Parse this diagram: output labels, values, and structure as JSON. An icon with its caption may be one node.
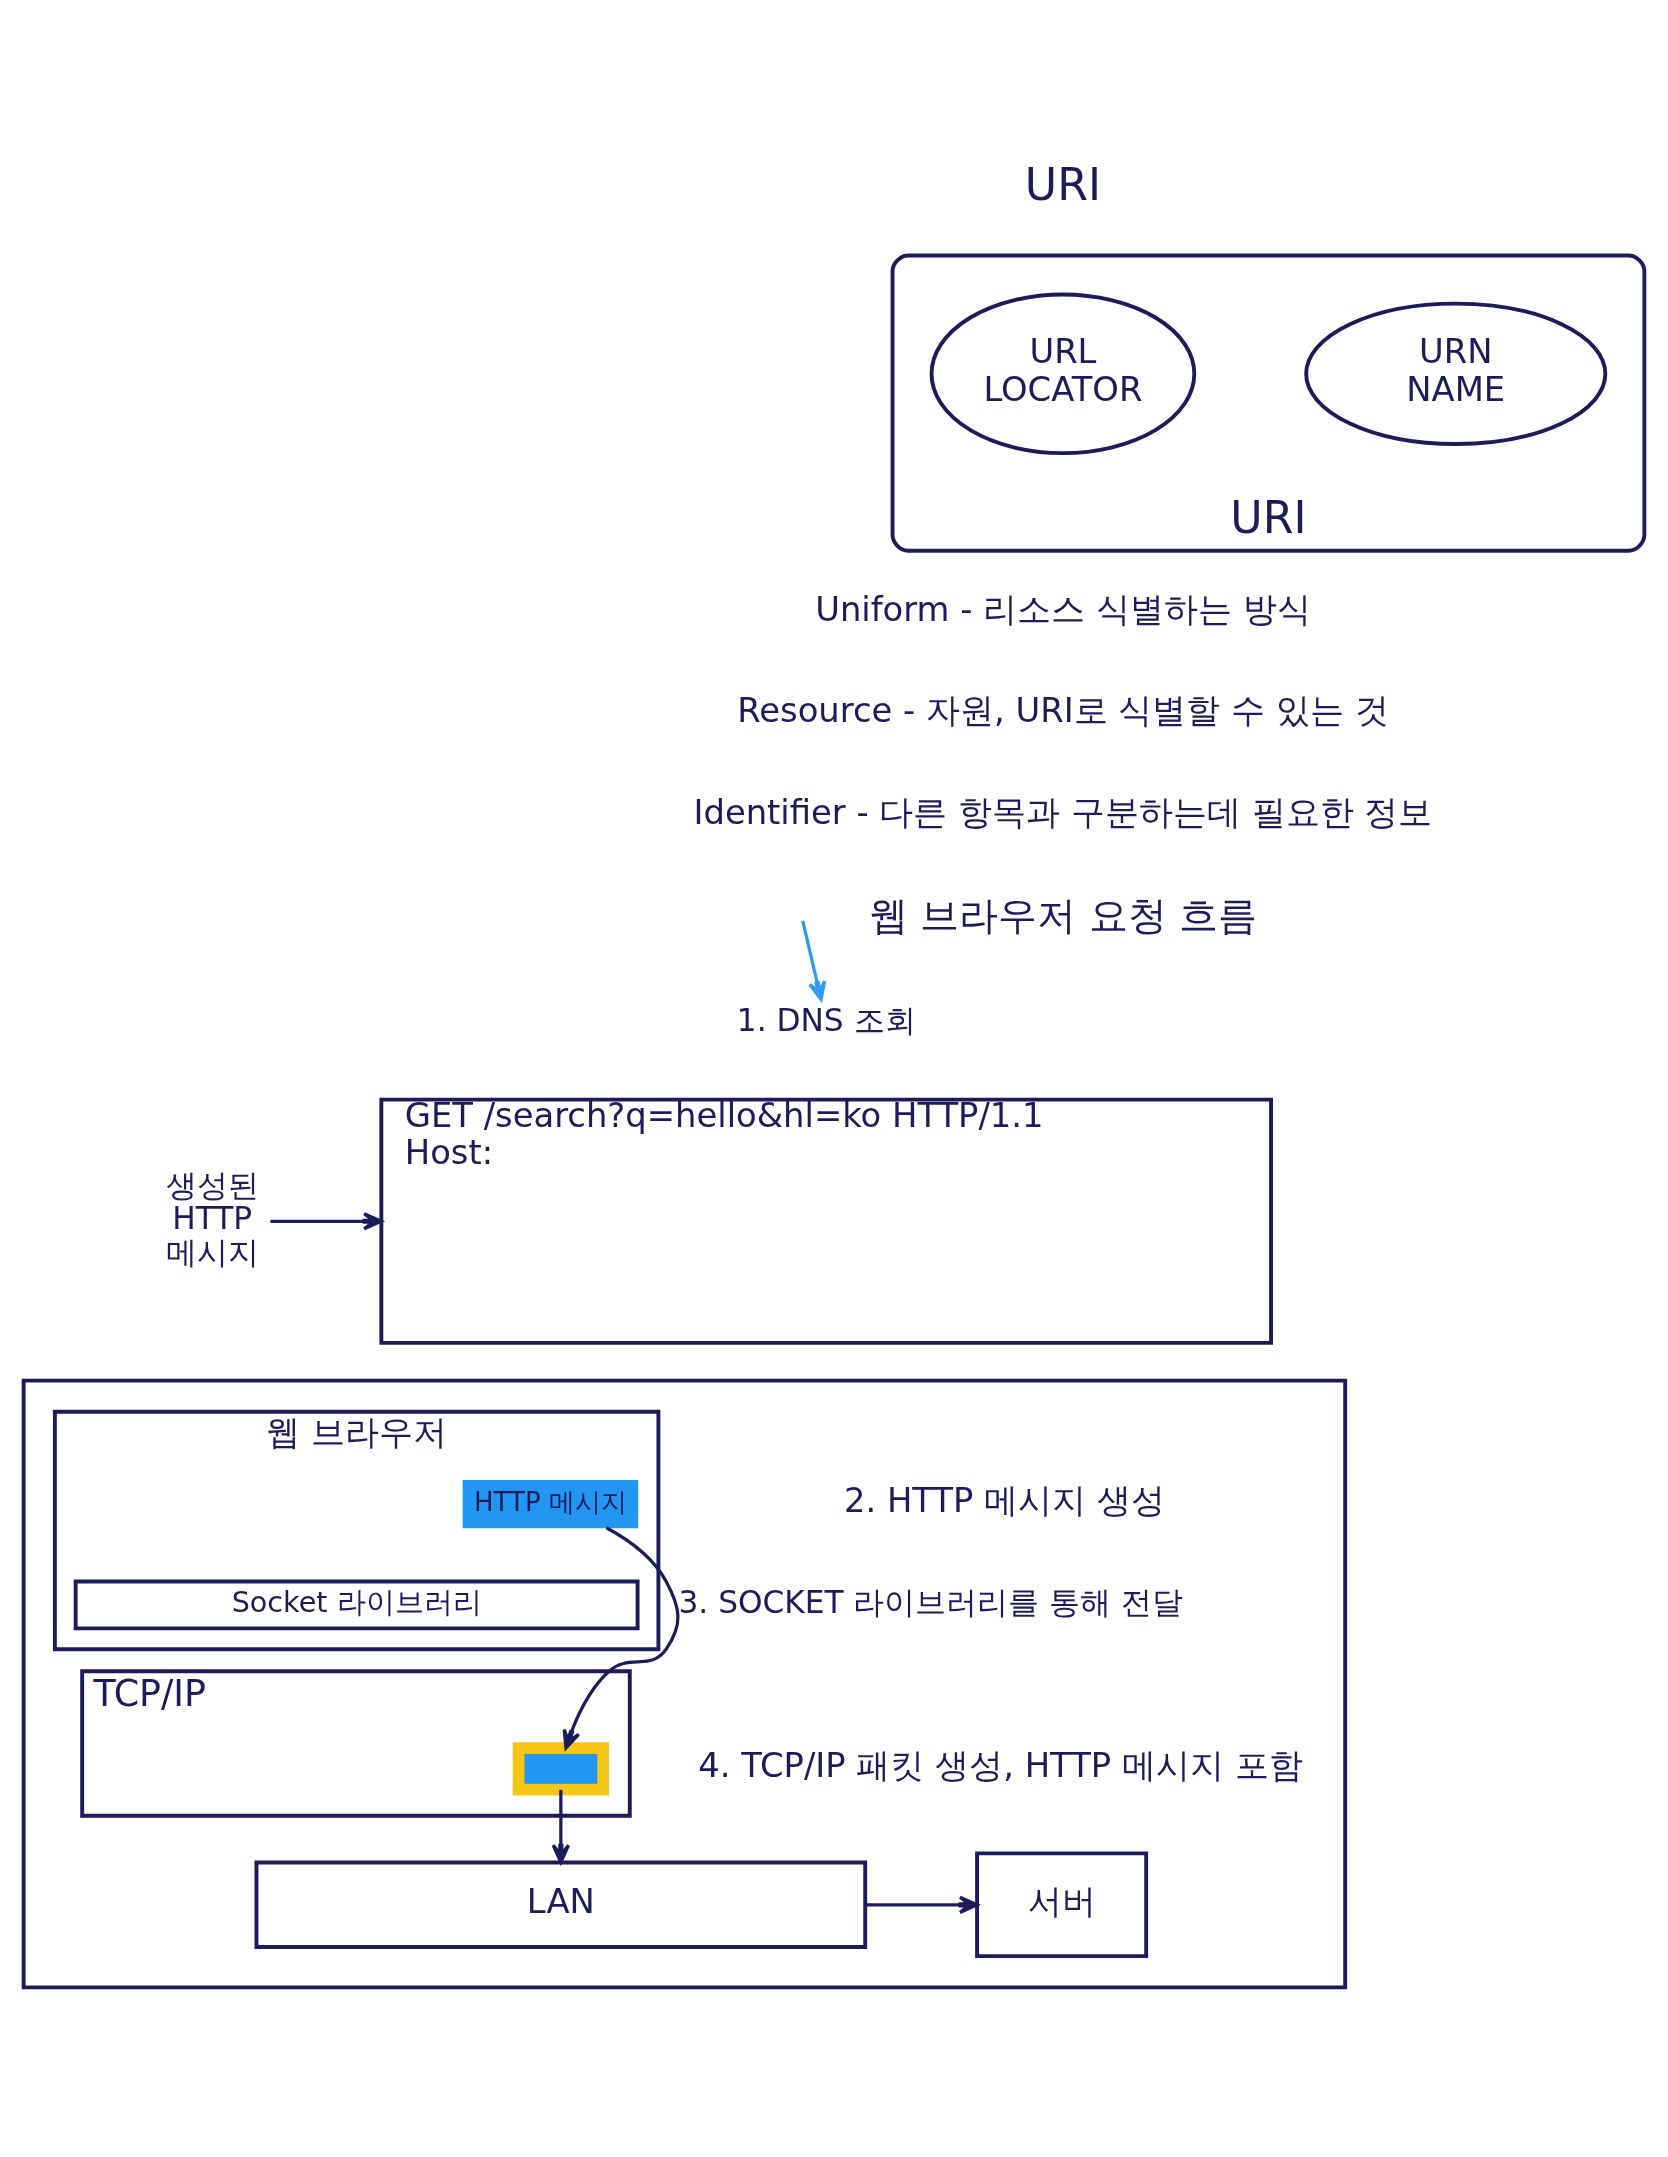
{
  "diagram": {
    "nodes": [
      {
        "text": [
          "URI"
        ]
      },
      {
        "text": [
          "URL",
          "LOCATOR"
        ],
        "in": 0
      },
      {
        "text": [
          "URN",
          "NAME"
        ],
        "in": 0
      },
      {
        "text": [
          "1. DNS 조회"
        ]
      },
      {
        "text": [
          "GET /search?q=hello&hl=ko HTTP/1.1",
          "Host:"
        ]
      },
      {
        "text": [
          "생성된 HTTP 메시지"
        ]
      },
      {
        "text": [],
        "shape": "box"
      },
      {
        "text": [
          "웹 브라우저"
        ],
        "in": 6
      },
      {
        "text": [
          "HTTP 메시지"
        ],
        "in": 7
      },
      {
        "text": [
          "Socket 라이브러리"
        ],
        "in": 7
      },
      {
        "text": [
          "TCP/IP"
        ],
        "in": 6
      },
      {
        "text": [],
        "shape": "box",
        "in": 10
      },
      {
        "text": [
          "LAN"
        ],
        "in": 6
      },
      {
        "text": [
          "서버"
        ],
        "in": 6
      }
    ],
    "edges": [
      {
        "from": null,
        "to": 3,
        "arrow": "to",
        "color": "#2f9bf0"
      },
      {
        "from": 5,
        "to": 4,
        "arrow": "to"
      },
      {
        "from": 8,
        "to": 11,
        "arrow": "to",
        "label": "3. SOCKET 라이브러리를 통해 전달"
      },
      {
        "from": 11,
        "to": 12,
        "arrow": "to"
      },
      {
        "from": 12,
        "to": 13,
        "arrow": "to"
      }
    ],
    "labels": [
      "URI",
      "Uniform - 리소스 식별하는 방식",
      "Resource - 자원, URI로 식별할 수 있는 것",
      "Identifier - 다른 항목과 구분하는데 필요한 정보",
      "웹 브라우저 요청 흐름",
      "2. HTTP 메시지 생성",
      "4. TCP/IP 패킷 생성, HTTP 메시지 포함"
    ]
  }
}
